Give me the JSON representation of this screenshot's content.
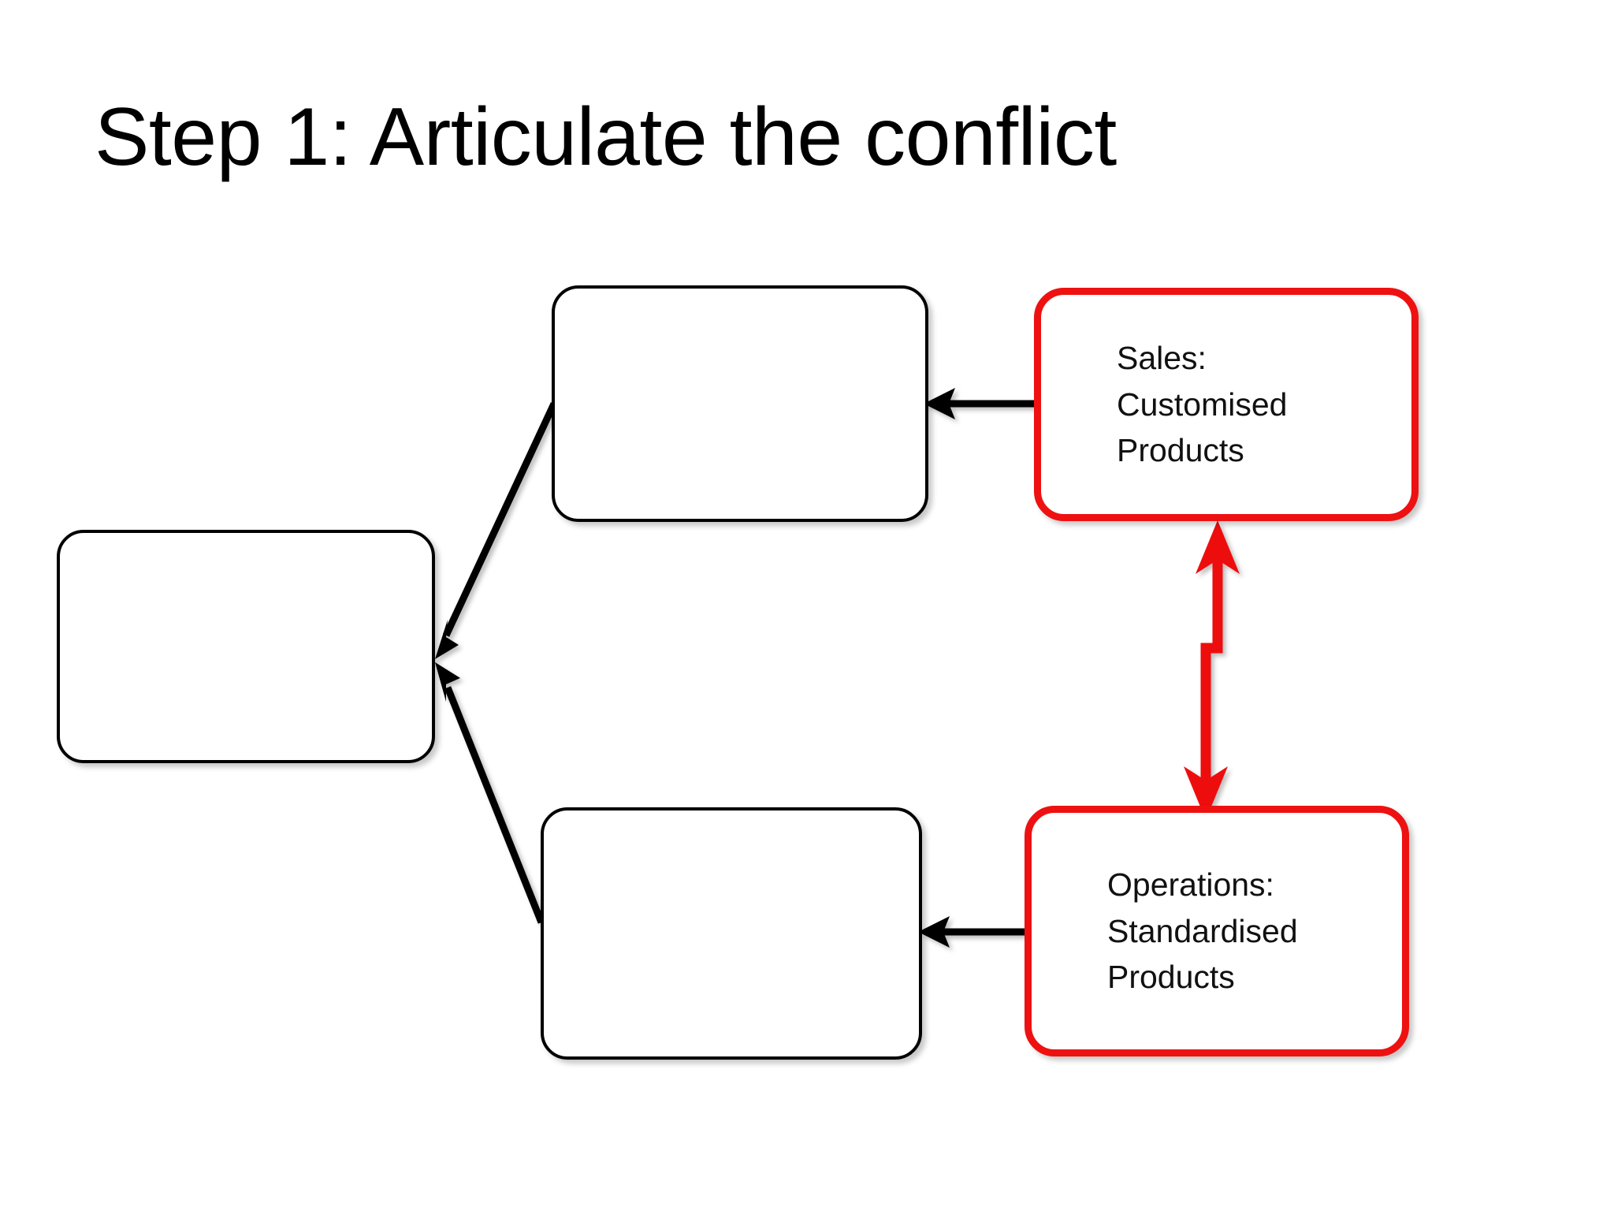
{
  "slide": {
    "title": "Step 1: Articulate the conflict",
    "background_color": "#ffffff"
  },
  "colors": {
    "conflict_border": "#ee1111",
    "node_border": "#000000",
    "text": "#111111",
    "arrow_black": "#000000",
    "arrow_red": "#ee1111"
  },
  "nodes": {
    "objective": {
      "label": "",
      "role": "objective",
      "style": "plain"
    },
    "requirement_top": {
      "label": "",
      "role": "requirement",
      "style": "plain"
    },
    "requirement_bottom": {
      "label": "",
      "role": "requirement",
      "style": "plain"
    },
    "prerequisite_top": {
      "label": "Sales:\nCustomised\nProducts",
      "role": "prerequisite",
      "style": "conflict"
    },
    "prerequisite_bottom": {
      "label": "Operations:\nStandardised\nProducts",
      "role": "prerequisite",
      "style": "conflict"
    }
  },
  "connectors": {
    "top_prereq_to_top_req": "arrow-left-black",
    "bottom_prereq_to_bottom_req": "arrow-left-black",
    "top_req_to_objective": "arrow-diagonal-black",
    "bottom_req_to_objective": "arrow-diagonal-black",
    "conflict_arrow": "double-headed-red-arrow"
  }
}
